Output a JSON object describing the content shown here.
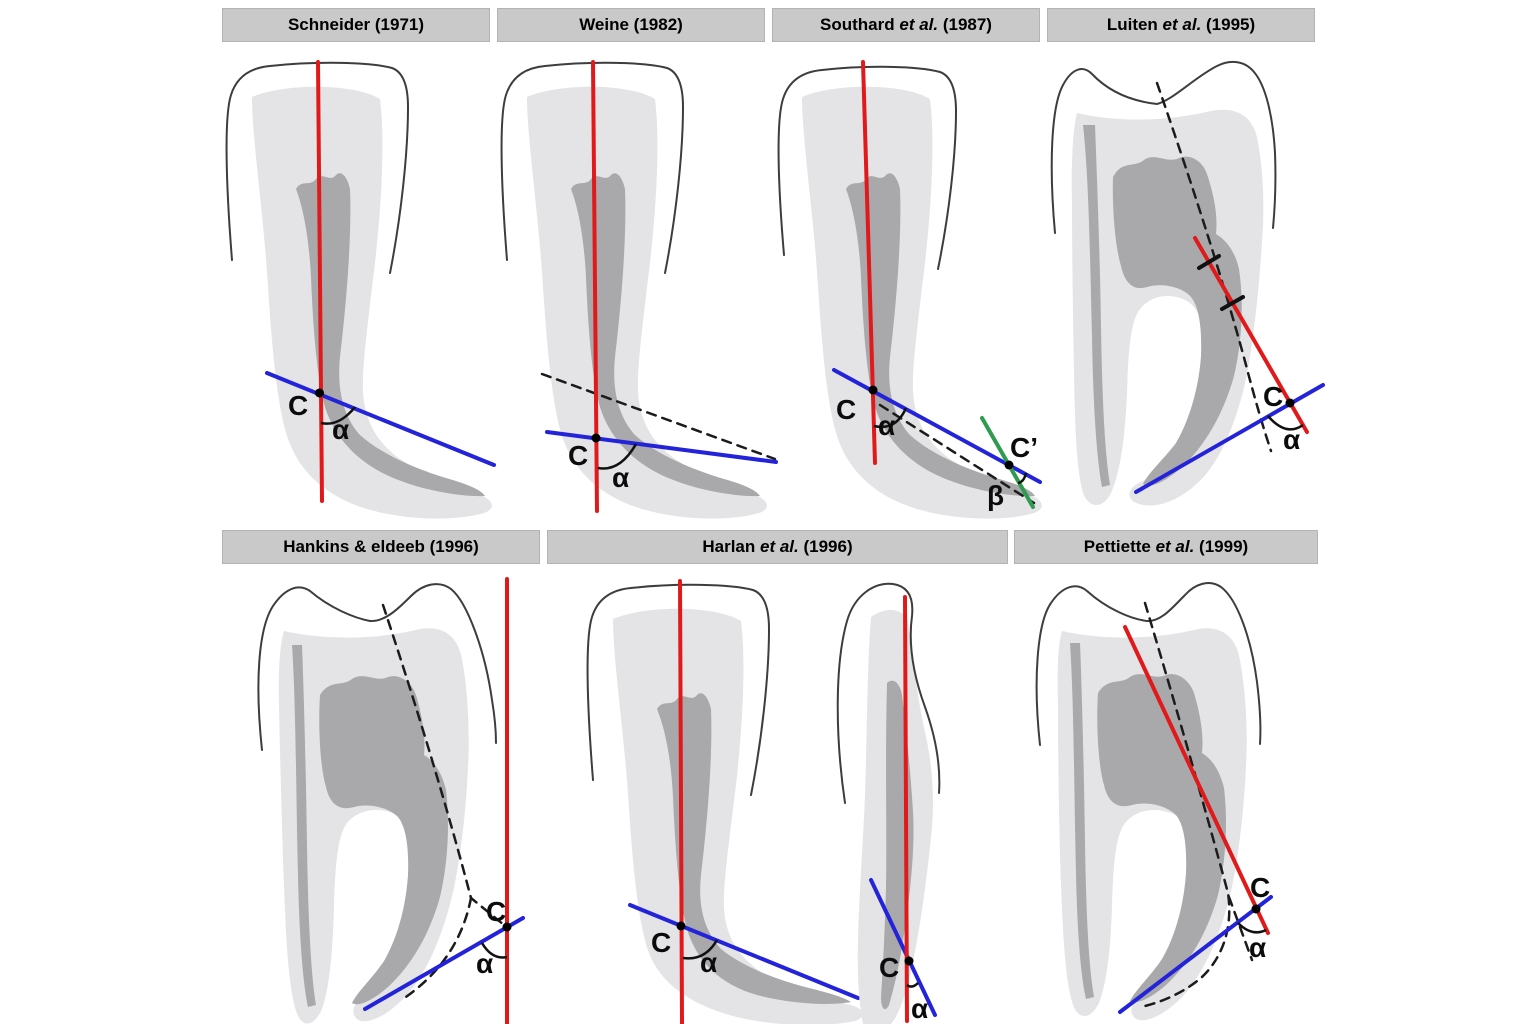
{
  "colors": {
    "red": "#e01a1a",
    "blue": "#2323d9",
    "green": "#2e9b4e",
    "tooth": "#e4e4e6",
    "canal": "#a9a9ac",
    "outline": "#3d3d3d",
    "header": "#c9c9c9",
    "ink": "#0b0b0b"
  },
  "panels": [
    {
      "title": {
        "pre": "Schneider (1971)",
        "it": "",
        "post": ""
      },
      "labels": {
        "c": "C",
        "alpha": "α"
      }
    },
    {
      "title": {
        "pre": "Weine (1982)",
        "it": "",
        "post": ""
      },
      "labels": {
        "c": "C",
        "alpha": "α"
      }
    },
    {
      "title": {
        "pre": "Southard ",
        "it": "et al.",
        "post": " (1987)"
      },
      "labels": {
        "c": "C",
        "alpha": "α",
        "c_prime": "C’",
        "beta": "β"
      }
    },
    {
      "title": {
        "pre": "Luiten ",
        "it": "et al.",
        "post": " (1995)"
      },
      "labels": {
        "c": "C",
        "alpha": "α"
      }
    },
    {
      "title": {
        "pre": "Hankins & eldeeb (1996)",
        "it": "",
        "post": ""
      },
      "labels": {
        "c": "C",
        "alpha": "α"
      }
    },
    {
      "title": {
        "pre": "Harlan ",
        "it": "et al.",
        "post": " (1996)"
      },
      "labels": {
        "c": "C",
        "alpha": "α",
        "c2": "C",
        "alpha2": "α"
      }
    },
    {
      "title": {
        "pre": "Pettiette ",
        "it": "et al.",
        "post": " (1999)"
      },
      "labels": {
        "c": "C",
        "alpha": "α"
      }
    }
  ]
}
